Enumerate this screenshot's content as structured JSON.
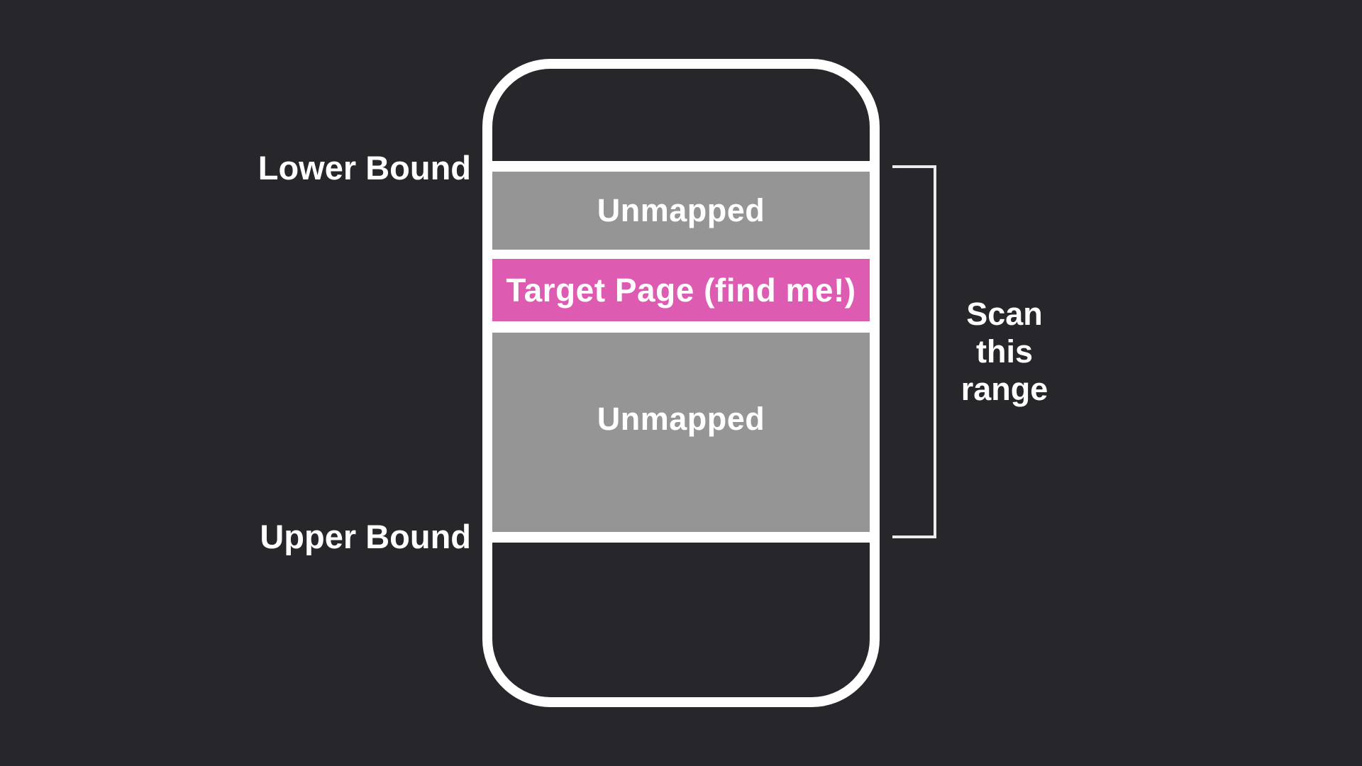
{
  "colors": {
    "background": "#26262b",
    "outline_white": "#ffffff",
    "unmapped_gray": "#959595",
    "target_pink": "#de5bb2",
    "bracket_white": "#ececec",
    "text_white": "#ffffff"
  },
  "labels": {
    "lower_bound": "Lower Bound",
    "upper_bound": "Upper Bound"
  },
  "scan_label": {
    "line1": "Scan",
    "line2": "this",
    "line3": "range"
  },
  "memory_regions": [
    {
      "label": "Unmapped",
      "type": "unmapped"
    },
    {
      "label": "Target Page (find me!)",
      "type": "target"
    },
    {
      "label": "Unmapped",
      "type": "unmapped"
    }
  ]
}
